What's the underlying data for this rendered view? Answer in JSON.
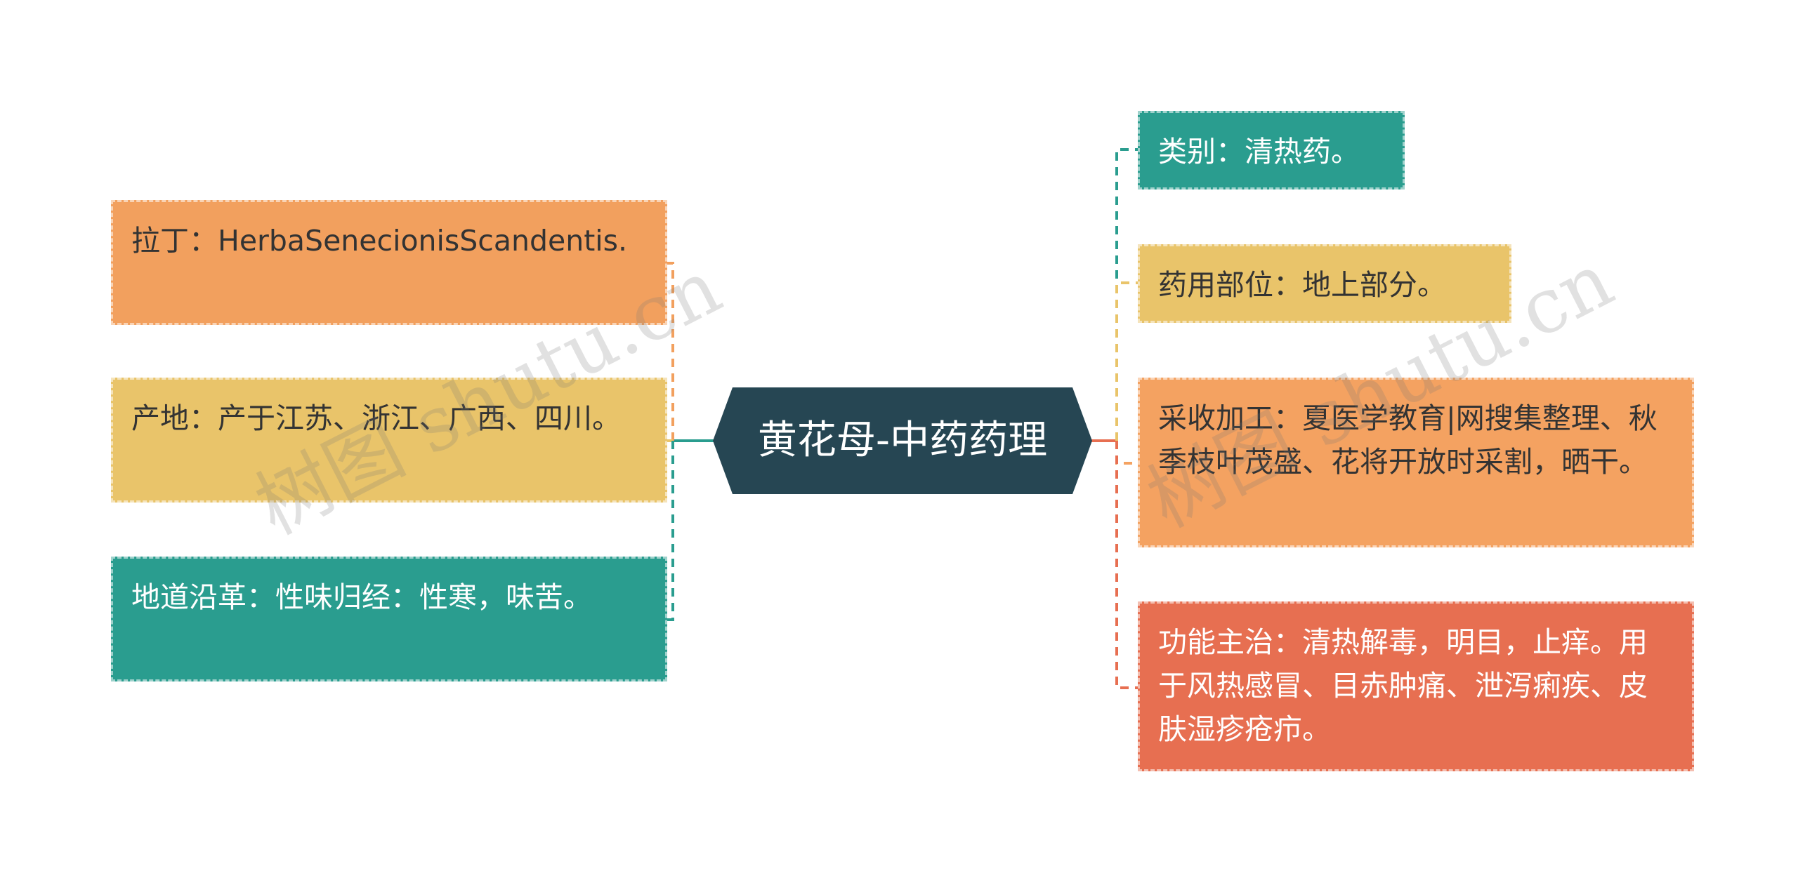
{
  "center": {
    "title": "黄花母-中药药理",
    "color": "#264653"
  },
  "left_nodes": [
    {
      "text": "拉丁：HerbaSenecionisScandentis.",
      "color": "#f2a05e",
      "text_color": "#333333"
    },
    {
      "text": "产地：产于江苏、浙江、广西、四川。",
      "color": "#e9c46a",
      "text_color": "#333333"
    },
    {
      "text": "地道沿革：性味归经：性寒，味苦。",
      "color": "#2a9d8f",
      "text_color": "#ffffff"
    }
  ],
  "right_nodes": [
    {
      "text": "类别：清热药。",
      "color": "#2a9d8f",
      "text_color": "#ffffff"
    },
    {
      "text": "药用部位：地上部分。",
      "color": "#e9c46a",
      "text_color": "#333333"
    },
    {
      "text": "采收加工：夏医学教育|网搜集整理、秋季枝叶茂盛、花将开放时采割，晒干。",
      "color": "#f4a261",
      "text_color": "#333333"
    },
    {
      "text": "功能主治：清热解毒，明目，止痒。用于风热感冒、目赤肿痛、泄泻痢疾、皮肤湿疹疮疖。",
      "color": "#e76f51",
      "text_color": "#ffffff"
    }
  ],
  "watermarks": [
    "树图 shutu.cn",
    "树图 shutu.cn"
  ]
}
